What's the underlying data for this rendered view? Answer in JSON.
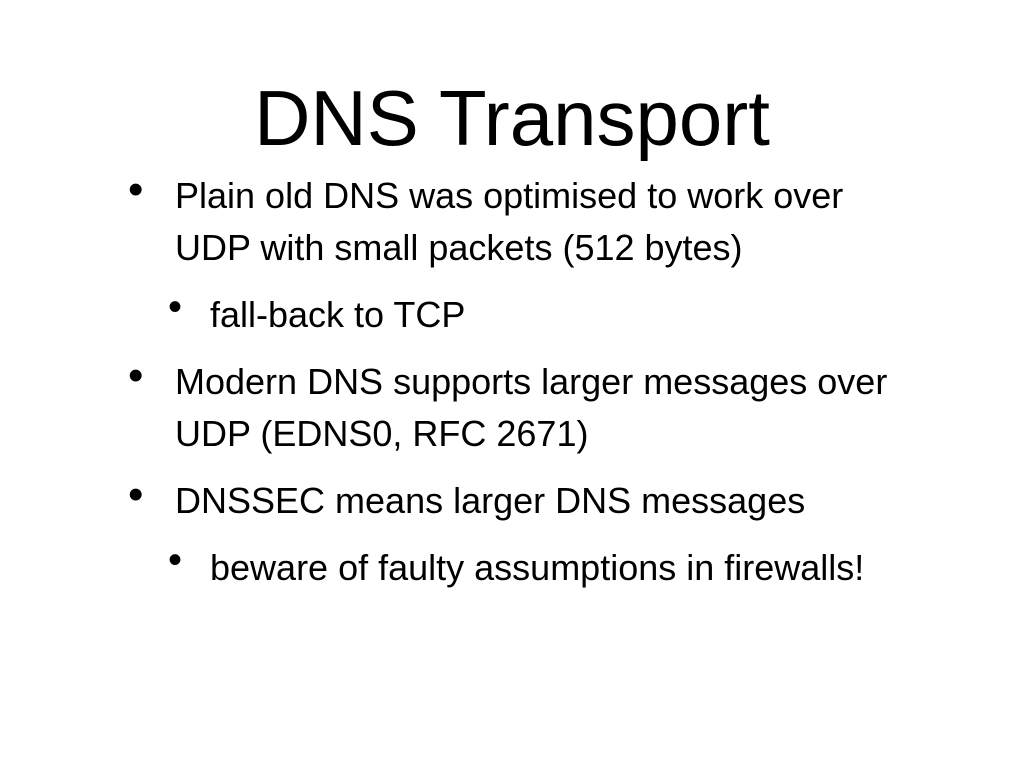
{
  "slide": {
    "title": "DNS Transport",
    "bullets": [
      {
        "level": 1,
        "text": "Plain old DNS was optimised to work over UDP with small packets (512 bytes)"
      },
      {
        "level": 2,
        "text": "fall-back to TCP"
      },
      {
        "level": 1,
        "text": "Modern DNS supports larger messages over UDP (EDNS0, RFC 2671)"
      },
      {
        "level": 1,
        "text": "DNSSEC means larger DNS messages"
      },
      {
        "level": 2,
        "text": "beware of faulty assumptions in firewalls!"
      }
    ],
    "bullet_glyph": "•"
  }
}
